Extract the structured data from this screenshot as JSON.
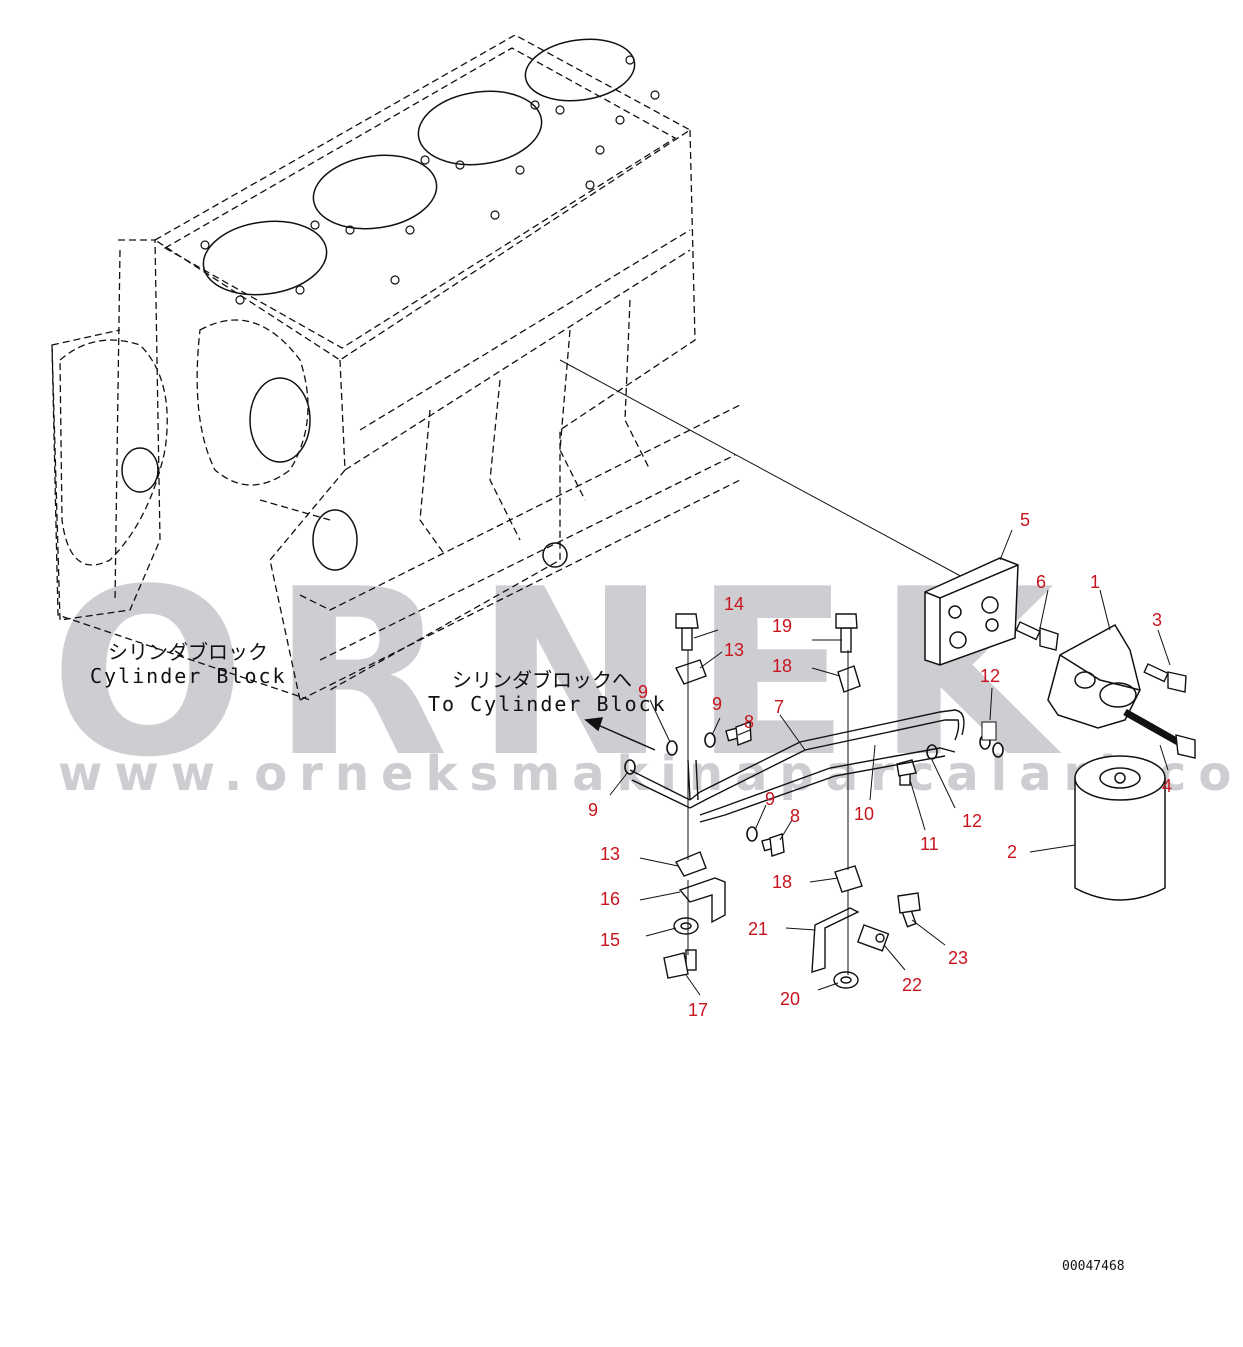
{
  "watermark": {
    "logo": "ORNEK",
    "url": "www.orneksmakinaparcalari.com.tr"
  },
  "labels": {
    "cylinder_block_jp": "シリンダブロック",
    "cylinder_block_en": "Cylinder Block",
    "to_cylinder_block_jp": "シリンダブロックへ",
    "to_cylinder_block_en": "To Cylinder Block"
  },
  "drawing_number": "00047468",
  "colors": {
    "callout": "#c8141e",
    "line": "#111111",
    "watermark": "#cdcdd2"
  },
  "callouts": [
    "1",
    "2",
    "3",
    "4",
    "5",
    "6",
    "7",
    "8",
    "8",
    "9",
    "9",
    "9",
    "9",
    "10",
    "11",
    "12",
    "12",
    "13",
    "13",
    "14",
    "15",
    "16",
    "17",
    "18",
    "18",
    "19",
    "20",
    "21",
    "22",
    "23"
  ]
}
